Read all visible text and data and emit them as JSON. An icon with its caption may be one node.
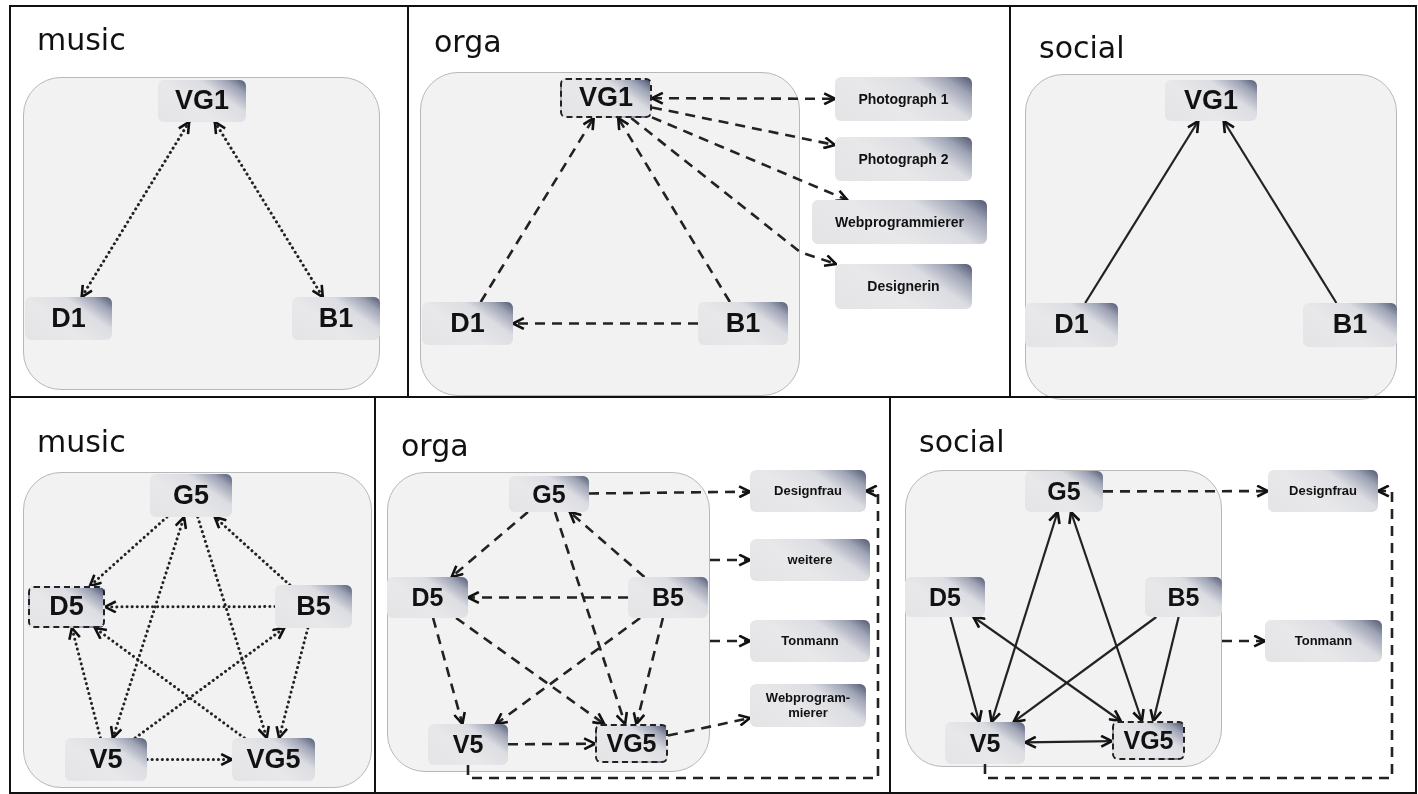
{
  "diagram": {
    "nodes": [
      {
        "text": [
          "music"
        ]
      },
      {
        "text": [
          "VG1"
        ],
        "in": 0
      },
      {
        "text": [
          "D1"
        ],
        "in": 0
      },
      {
        "text": [
          "B1"
        ],
        "in": 0
      },
      {
        "text": [
          "orga"
        ]
      },
      {
        "text": [
          "VG1"
        ],
        "in": 4
      },
      {
        "text": [
          "D1"
        ],
        "in": 4
      },
      {
        "text": [
          "B1"
        ],
        "in": 4
      },
      {
        "text": [
          "Photograph 1"
        ]
      },
      {
        "text": [
          "Photograph 2"
        ]
      },
      {
        "text": [
          "Webprogrammierer"
        ]
      },
      {
        "text": [
          "Designerin"
        ]
      },
      {
        "text": [
          "social"
        ]
      },
      {
        "text": [
          "VG1"
        ],
        "in": 12
      },
      {
        "text": [
          "D1"
        ],
        "in": 12
      },
      {
        "text": [
          "B1"
        ],
        "in": 12
      },
      {
        "text": [
          "music"
        ]
      },
      {
        "text": [
          "G5"
        ],
        "in": 16
      },
      {
        "text": [
          "D5"
        ],
        "in": 16
      },
      {
        "text": [
          "B5"
        ],
        "in": 16
      },
      {
        "text": [
          "V5"
        ],
        "in": 16
      },
      {
        "text": [
          "VG5"
        ],
        "in": 16
      },
      {
        "text": [
          "orga"
        ]
      },
      {
        "text": [
          "G5"
        ],
        "in": 22
      },
      {
        "text": [
          "D5"
        ],
        "in": 22
      },
      {
        "text": [
          "B5"
        ],
        "in": 22
      },
      {
        "text": [
          "V5"
        ],
        "in": 22
      },
      {
        "text": [
          "VG5"
        ],
        "in": 22
      },
      {
        "text": [
          "Designfrau"
        ]
      },
      {
        "text": [
          "weitere"
        ]
      },
      {
        "text": [
          "Tonmann"
        ]
      },
      {
        "text": [
          "Webprogram- mierer"
        ]
      },
      {
        "text": [
          "social"
        ]
      },
      {
        "text": [
          "G5"
        ],
        "in": 32
      },
      {
        "text": [
          "D5"
        ],
        "in": 32
      },
      {
        "text": [
          "B5"
        ],
        "in": 32
      },
      {
        "text": [
          "V5"
        ],
        "in": 32
      },
      {
        "text": [
          "VG5"
        ],
        "in": 32
      },
      {
        "text": [
          "Designfrau"
        ]
      },
      {
        "text": [
          "Tonmann"
        ]
      }
    ],
    "edges": [
      {
        "from": 1,
        "to": 2,
        "arrow": "both",
        "style": "dashed"
      },
      {
        "from": 1,
        "to": 3,
        "arrow": "both",
        "style": "dashed"
      },
      {
        "from": 6,
        "to": 5,
        "arrow": "to",
        "style": "dashed"
      },
      {
        "from": 7,
        "to": 5,
        "arrow": "to",
        "style": "dashed"
      },
      {
        "from": 7,
        "to": 6,
        "arrow": "to",
        "style": "dashed"
      },
      {
        "from": 5,
        "to": 8,
        "arrow": "both",
        "style": "dashed"
      },
      {
        "from": 5,
        "to": 9,
        "arrow": "to",
        "style": "dashed"
      },
      {
        "from": 5,
        "to": 10,
        "arrow": "to",
        "style": "dashed"
      },
      {
        "from": 5,
        "to": 11,
        "arrow": "to",
        "style": "dashed"
      },
      {
        "from": 14,
        "to": 13,
        "arrow": "to"
      },
      {
        "from": 15,
        "to": 13,
        "arrow": "to"
      },
      {
        "from": 17,
        "to": 18,
        "arrow": "to",
        "style": "dashed"
      },
      {
        "from": 20,
        "to": 17,
        "arrow": "both",
        "style": "dashed"
      },
      {
        "from": 17,
        "to": 21,
        "arrow": "to",
        "style": "dashed"
      },
      {
        "from": 19,
        "to": 17,
        "arrow": "to",
        "style": "dashed"
      },
      {
        "from": 19,
        "to": 18,
        "arrow": "to",
        "style": "dashed"
      },
      {
        "from": 19,
        "to": 21,
        "arrow": "to",
        "style": "dashed"
      },
      {
        "from": 20,
        "to": 18,
        "arrow": "to",
        "style": "dashed"
      },
      {
        "from": 20,
        "to": 19,
        "arrow": "to",
        "style": "dashed"
      },
      {
        "from": 21,
        "to": 18,
        "arrow": "to",
        "style": "dashed"
      },
      {
        "from": 20,
        "to": 21,
        "arrow": "to",
        "style": "dashed"
      },
      {
        "from": 23,
        "to": 24,
        "arrow": "to",
        "style": "dashed"
      },
      {
        "from": 23,
        "to": 27,
        "arrow": "to",
        "style": "dashed"
      },
      {
        "from": 25,
        "to": 23,
        "arrow": "to",
        "style": "dashed"
      },
      {
        "from": 25,
        "to": 24,
        "arrow": "to",
        "style": "dashed"
      },
      {
        "from": 25,
        "to": 26,
        "arrow": "to",
        "style": "dashed"
      },
      {
        "from": 25,
        "to": 27,
        "arrow": "to",
        "style": "dashed"
      },
      {
        "from": 24,
        "to": 26,
        "arrow": "to",
        "style": "dashed"
      },
      {
        "from": 24,
        "to": 27,
        "arrow": "to",
        "style": "dashed"
      },
      {
        "from": 26,
        "to": 27,
        "arrow": "to",
        "style": "dashed"
      },
      {
        "from": 23,
        "to": 28,
        "arrow": "to",
        "style": "dashed"
      },
      {
        "from": 22,
        "to": 29,
        "arrow": "to",
        "style": "dashed"
      },
      {
        "from": 22,
        "to": 30,
        "arrow": "to",
        "style": "dashed"
      },
      {
        "from": 27,
        "to": 31,
        "arrow": "to",
        "style": "dashed"
      },
      {
        "from": 26,
        "to": 28,
        "arrow": "to",
        "style": "dashed"
      },
      {
        "from": 36,
        "to": 33,
        "arrow": "both"
      },
      {
        "from": 37,
        "to": 33,
        "arrow": "both"
      },
      {
        "from": 34,
        "to": 36,
        "arrow": "to"
      },
      {
        "from": 34,
        "to": 37,
        "arrow": "both"
      },
      {
        "from": 35,
        "to": 36,
        "arrow": "to"
      },
      {
        "from": 35,
        "to": 37,
        "arrow": "to"
      },
      {
        "from": 36,
        "to": 37,
        "arrow": "both"
      },
      {
        "from": 33,
        "to": 38,
        "arrow": "to",
        "style": "dashed"
      },
      {
        "from": 32,
        "to": 39,
        "arrow": "to",
        "style": "dashed"
      },
      {
        "from": 36,
        "to": 38,
        "arrow": "to",
        "style": "dashed"
      }
    ]
  }
}
